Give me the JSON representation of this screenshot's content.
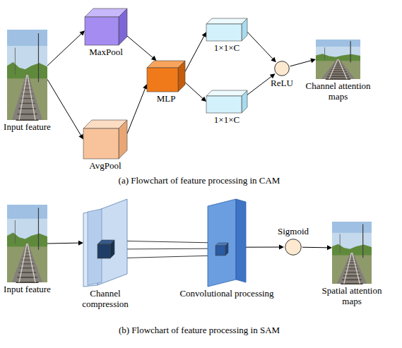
{
  "diagram": {
    "nodes": [
      {
        "text": [
          "Input feature"
        ]
      },
      {
        "text": [
          "MaxPool"
        ]
      },
      {
        "text": [
          "AvgPool"
        ]
      },
      {
        "text": [
          "MLP"
        ]
      },
      {
        "text": [
          "1×1×C"
        ]
      },
      {
        "text": [
          "1×1×C"
        ]
      },
      {
        "text": [
          "ReLU"
        ]
      },
      {
        "text": [
          "Channel attention maps"
        ]
      },
      {
        "text": [
          "Input feature"
        ]
      },
      {
        "text": [
          "Channel compression"
        ]
      },
      {
        "text": [
          "Convolutional processing"
        ]
      },
      {
        "text": [
          "Sigmoid"
        ]
      },
      {
        "text": [
          "Spatial attention maps"
        ]
      }
    ],
    "edges": [
      {
        "from": 0,
        "to": 1,
        "arrow": "to"
      },
      {
        "from": 0,
        "to": 2,
        "arrow": "to"
      },
      {
        "from": 1,
        "to": 3,
        "arrow": "to"
      },
      {
        "from": 2,
        "to": 3,
        "arrow": "to"
      },
      {
        "from": 3,
        "to": 4,
        "arrow": "to"
      },
      {
        "from": 3,
        "to": 5,
        "arrow": "to"
      },
      {
        "from": 4,
        "to": 6,
        "arrow": "to"
      },
      {
        "from": 5,
        "to": 6,
        "arrow": "to"
      },
      {
        "from": 6,
        "to": 7,
        "arrow": "to"
      },
      {
        "from": 8,
        "to": 9,
        "arrow": "to"
      },
      {
        "from": 9,
        "to": 10,
        "arrow": "none"
      },
      {
        "from": 10,
        "to": 11,
        "arrow": "to"
      },
      {
        "from": 11,
        "to": 12,
        "arrow": "to"
      }
    ],
    "labels": [
      "(a) Flowchart of feature processing in CAM",
      "(b) Flowchart of feature processing in SAM"
    ]
  }
}
